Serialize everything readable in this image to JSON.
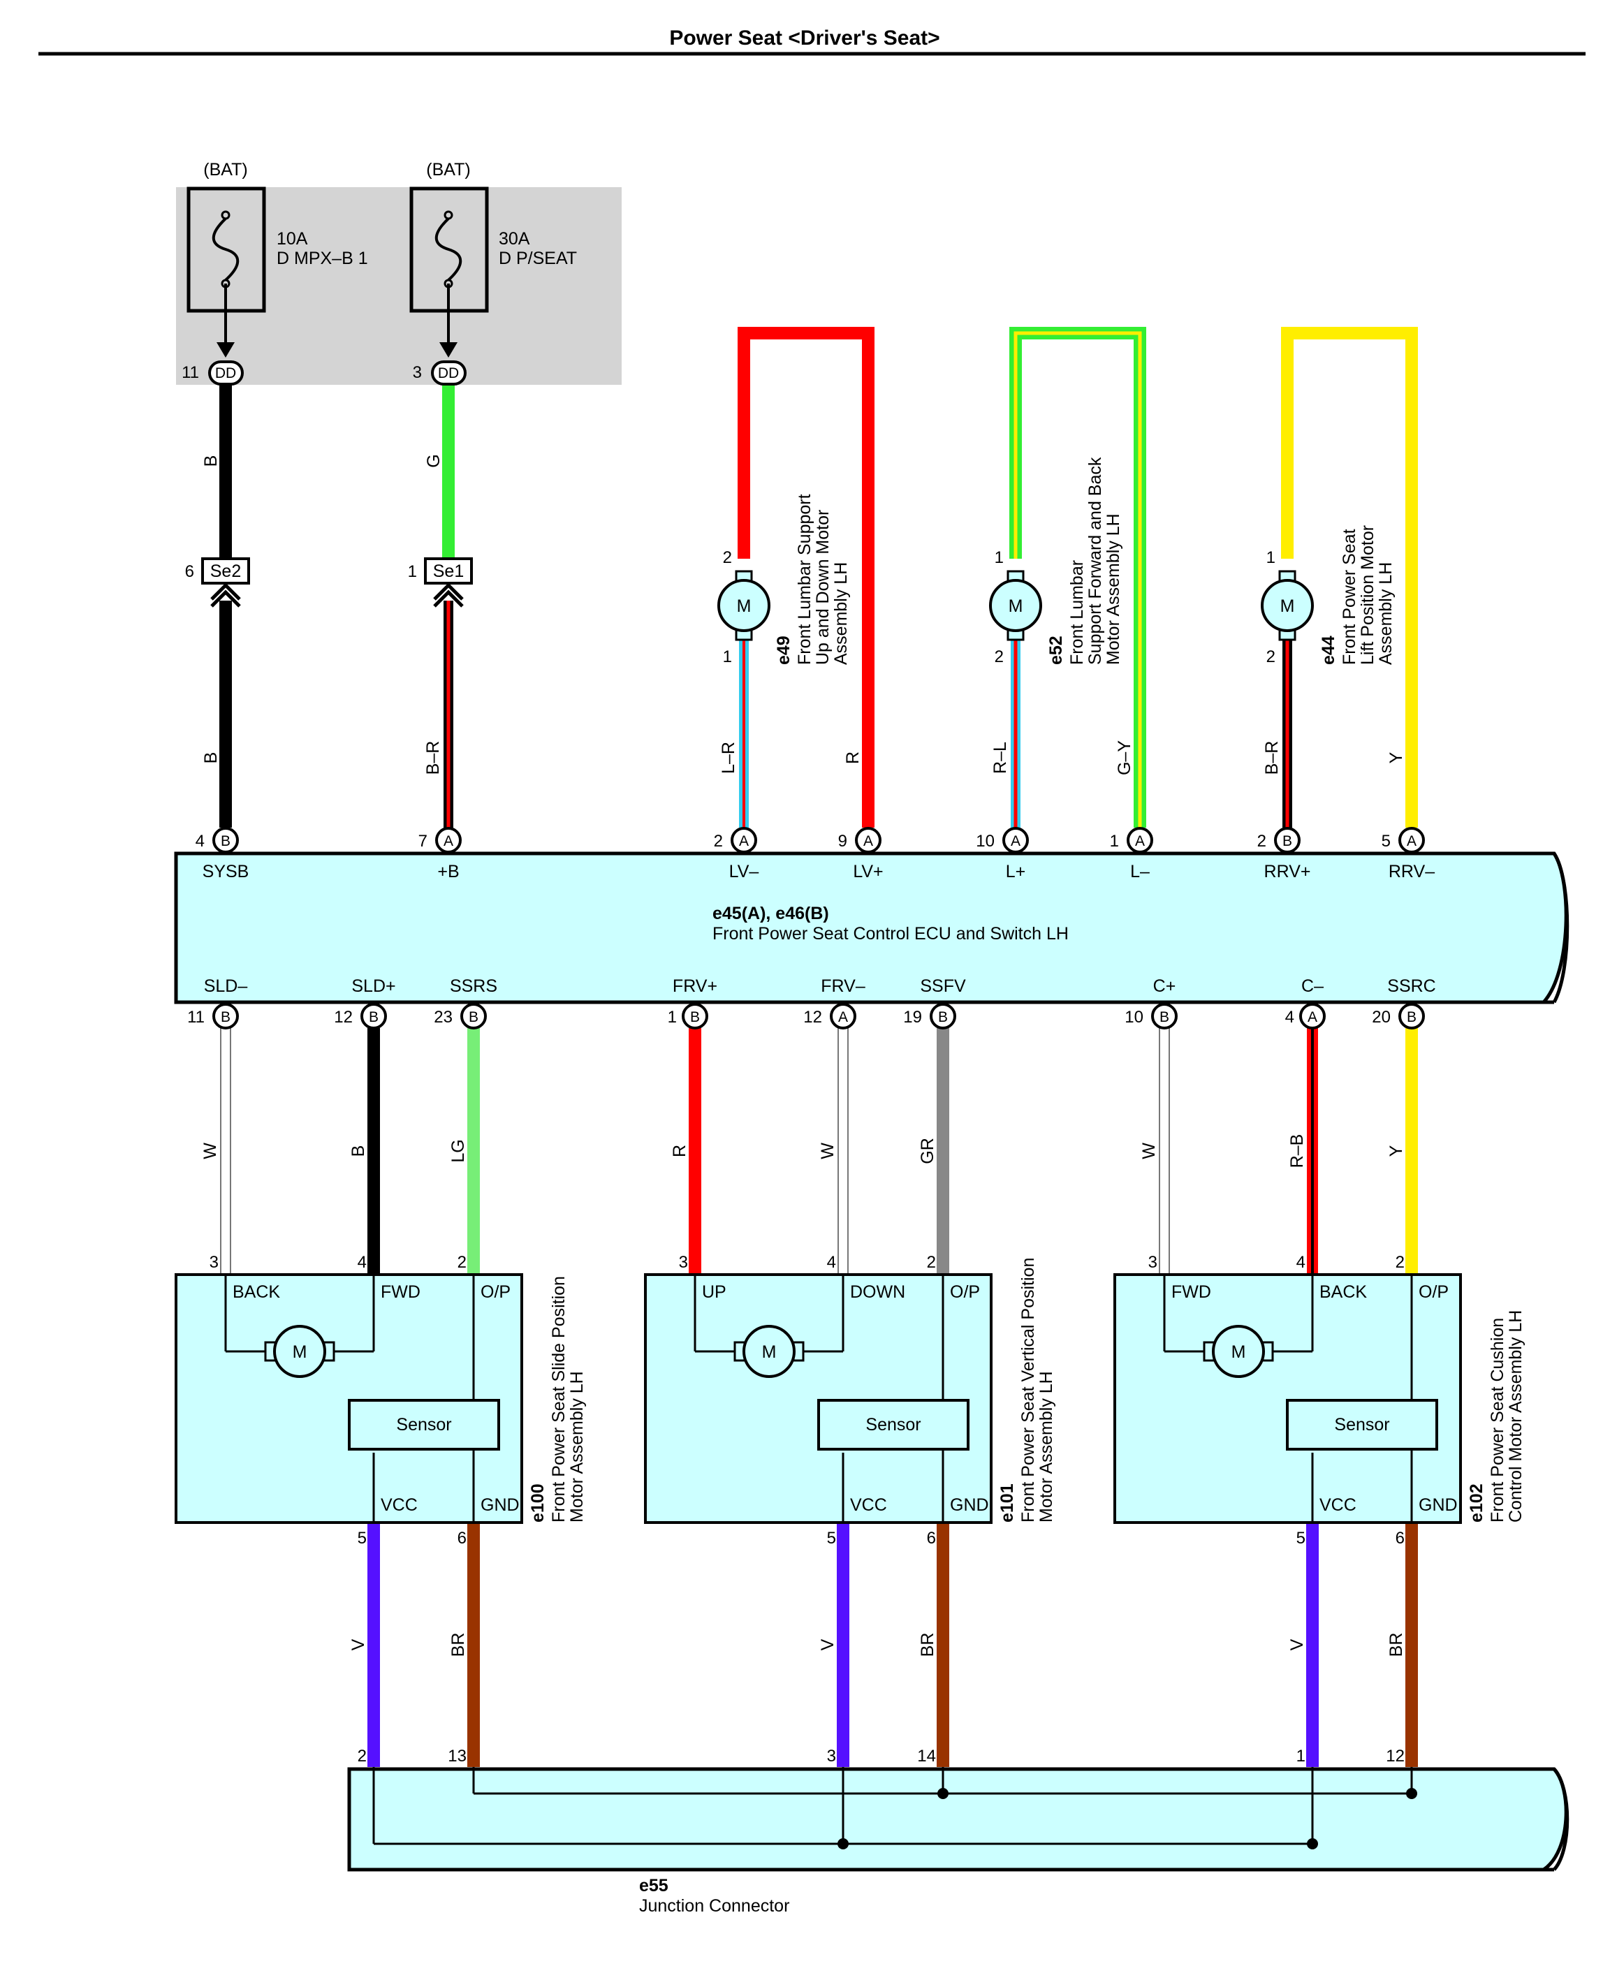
{
  "title": "Power Seat <Driver's Seat>",
  "colors": {
    "B": "#000000",
    "G": "#33ee33",
    "R": "#ff0000",
    "L": "#33ccee",
    "W": "#999999",
    "LG": "#77ee77",
    "GR": "#888888",
    "Y": "#ffee00",
    "V": "#5511ff",
    "BR": "#993300",
    "component": "#ccffff",
    "fuse_box": "#d4d4d4"
  },
  "fuses": [
    {
      "source": "(BAT)",
      "rating": "10A",
      "name": "D MPX–B 1",
      "pin": "11",
      "connector": "DD",
      "wire": "B"
    },
    {
      "source": "(BAT)",
      "rating": "30A",
      "name": "D P/SEAT",
      "pin": "3",
      "connector": "DD",
      "wire": "G"
    }
  ],
  "junctions": [
    {
      "pin": "6",
      "name": "Se2"
    },
    {
      "pin": "1",
      "name": "Se1"
    }
  ],
  "lower_feed_wires": [
    "B",
    "B–R"
  ],
  "motors": [
    {
      "code": "e49",
      "name_lines": [
        "Front Lumbar Support",
        "Up and Down Motor",
        "Assembly LH"
      ],
      "pin_top": "2",
      "pin_bottom": "1",
      "symbol": "M"
    },
    {
      "code": "e52",
      "name_lines": [
        "Front Lumbar",
        "Support Forward and Back",
        "Motor Assembly LH"
      ],
      "pin_top": "1",
      "pin_bottom": "2",
      "symbol": "M"
    },
    {
      "code": "e44",
      "name_lines": [
        "Front Power Seat",
        "Lift Position Motor",
        "Assembly LH"
      ],
      "pin_top": "1",
      "pin_bottom": "2",
      "symbol": "M"
    }
  ],
  "ecu": {
    "code": "e45(A), e46(B)",
    "name": "Front Power Seat Control ECU and Switch LH",
    "top_pins": [
      {
        "pin": "4",
        "conn": "B",
        "signal": "SYSB",
        "wire": "B"
      },
      {
        "pin": "7",
        "conn": "A",
        "signal": "+B",
        "wire": "B–R"
      },
      {
        "pin": "2",
        "conn": "A",
        "signal": "LV–",
        "wire": "L–R"
      },
      {
        "pin": "9",
        "conn": "A",
        "signal": "LV+",
        "wire": "R"
      },
      {
        "pin": "10",
        "conn": "A",
        "signal": "L+",
        "wire": "R–L"
      },
      {
        "pin": "1",
        "conn": "A",
        "signal": "L–",
        "wire": "G–Y"
      },
      {
        "pin": "2",
        "conn": "B",
        "signal": "RRV+",
        "wire": "B–R"
      },
      {
        "pin": "5",
        "conn": "A",
        "signal": "RRV–",
        "wire": "Y"
      }
    ],
    "bottom_pins": [
      {
        "pin": "11",
        "conn": "B",
        "signal": "SLD–",
        "wire": "W"
      },
      {
        "pin": "12",
        "conn": "B",
        "signal": "SLD+",
        "wire": "B"
      },
      {
        "pin": "23",
        "conn": "B",
        "signal": "SSRS",
        "wire": "LG"
      },
      {
        "pin": "1",
        "conn": "B",
        "signal": "FRV+",
        "wire": "R"
      },
      {
        "pin": "12",
        "conn": "A",
        "signal": "FRV–",
        "wire": "W"
      },
      {
        "pin": "19",
        "conn": "B",
        "signal": "SSFV",
        "wire": "GR"
      },
      {
        "pin": "10",
        "conn": "B",
        "signal": "C+",
        "wire": "W"
      },
      {
        "pin": "4",
        "conn": "A",
        "signal": "C–",
        "wire": "R–B"
      },
      {
        "pin": "20",
        "conn": "B",
        "signal": "SSRC",
        "wire": "Y"
      }
    ]
  },
  "assemblies": [
    {
      "code": "e100",
      "name_lines": [
        "Front Power Seat Slide Position",
        "Motor Assembly LH"
      ],
      "left_label": "BACK",
      "right_label": "FWD",
      "op_label": "O/P",
      "sensor_label": "Sensor",
      "vcc_label": "VCC",
      "gnd_label": "GND",
      "motor_symbol": "M",
      "pins_top": [
        "3",
        "4",
        "2"
      ],
      "pins_bottom": [
        "5",
        "6"
      ]
    },
    {
      "code": "e101",
      "name_lines": [
        "Front Power Seat Vertical Position",
        "Motor Assembly LH"
      ],
      "left_label": "UP",
      "right_label": "DOWN",
      "op_label": "O/P",
      "sensor_label": "Sensor",
      "vcc_label": "VCC",
      "gnd_label": "GND",
      "motor_symbol": "M",
      "pins_top": [
        "3",
        "4",
        "2"
      ],
      "pins_bottom": [
        "5",
        "6"
      ]
    },
    {
      "code": "e102",
      "name_lines": [
        "Front Power Seat Cushion",
        "Control Motor Assembly LH"
      ],
      "left_label": "FWD",
      "right_label": "BACK",
      "op_label": "O/P",
      "sensor_label": "Sensor",
      "vcc_label": "VCC",
      "gnd_label": "GND",
      "motor_symbol": "M",
      "pins_top": [
        "3",
        "4",
        "2"
      ],
      "pins_bottom": [
        "5",
        "6"
      ]
    }
  ],
  "power_wires": [
    {
      "wire": "V",
      "pin": "2"
    },
    {
      "wire": "BR",
      "pin": "13"
    },
    {
      "wire": "V",
      "pin": "3"
    },
    {
      "wire": "BR",
      "pin": "14"
    },
    {
      "wire": "V",
      "pin": "1"
    },
    {
      "wire": "BR",
      "pin": "12"
    }
  ],
  "junction_connector": {
    "code": "e55",
    "name": "Junction Connector"
  }
}
